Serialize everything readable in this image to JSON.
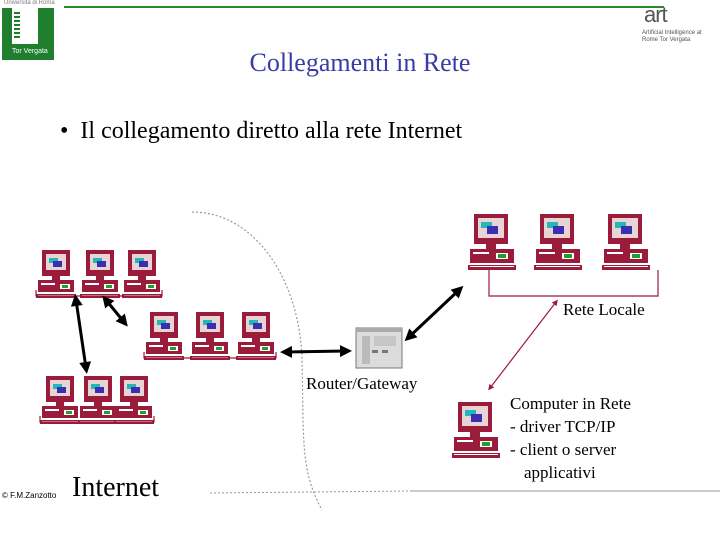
{
  "header": {
    "university_caption": "Università di Roma",
    "university_logo_text": "Tor Vergata",
    "lab_logo_text": "art",
    "lab_logo_caption": "Artificial Intelligence at Rome Tor Vergata"
  },
  "slide": {
    "title": "Collegamenti in Rete",
    "bullet": "Il collegamento diretto alla rete Internet"
  },
  "diagram": {
    "local_network_label": "Rete Locale",
    "router_label": "Router/Gateway",
    "internet_label": "Internet",
    "computer_label_lines": [
      "Computer in Rete",
      "- driver TCP/IP",
      "- client o server",
      "applicativi"
    ]
  },
  "footer": {
    "copyright": "© F.M.Zanzotto"
  },
  "colors": {
    "title": "#3a3aa8",
    "computer": "#9b1b3a",
    "accent_green": "#1f7f2f"
  }
}
